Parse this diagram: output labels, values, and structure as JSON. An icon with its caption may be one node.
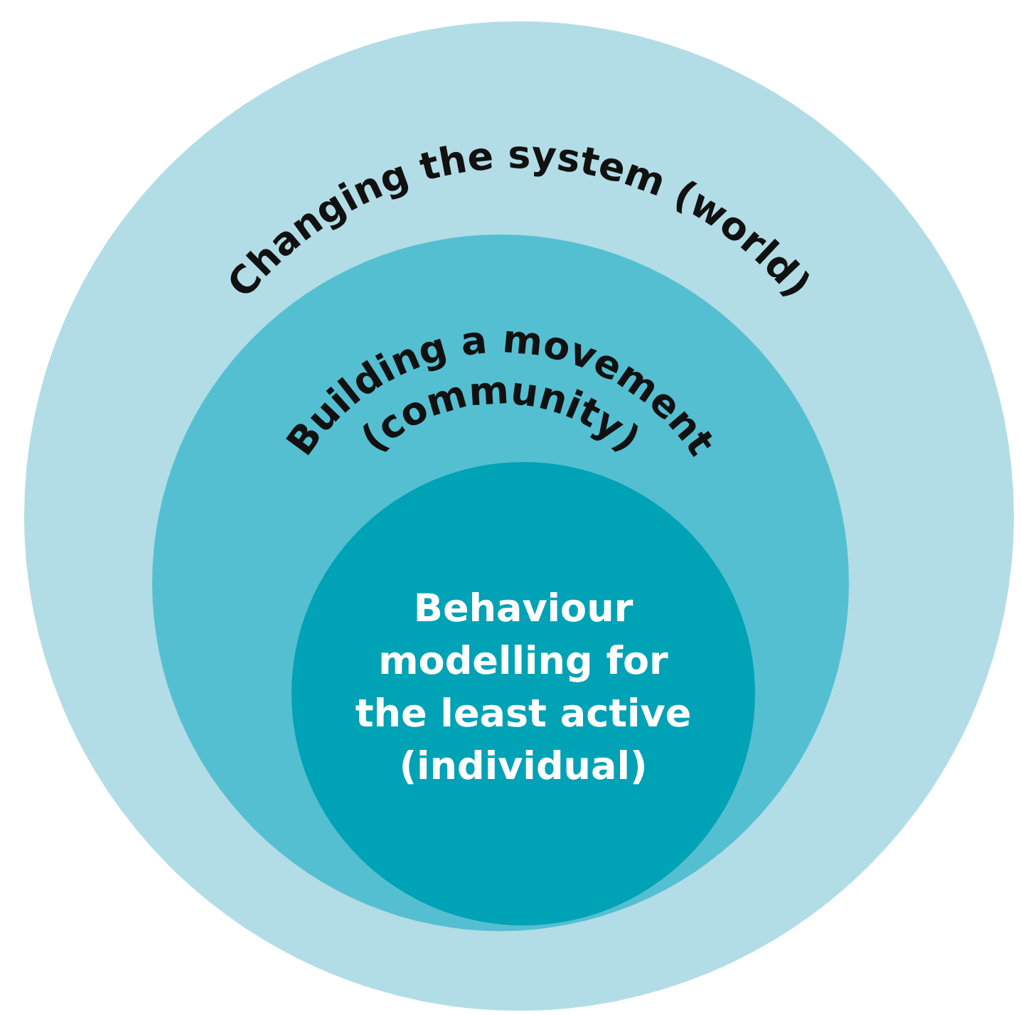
{
  "diagram": {
    "nodes": [
      {
        "text": [
          "Changing the system (world)"
        ]
      },
      {
        "text": [
          "Building a movement (community)"
        ],
        "in": 0
      },
      {
        "text": [
          "Behaviour modelling for the least active (individual)"
        ],
        "in": 1
      }
    ]
  }
}
